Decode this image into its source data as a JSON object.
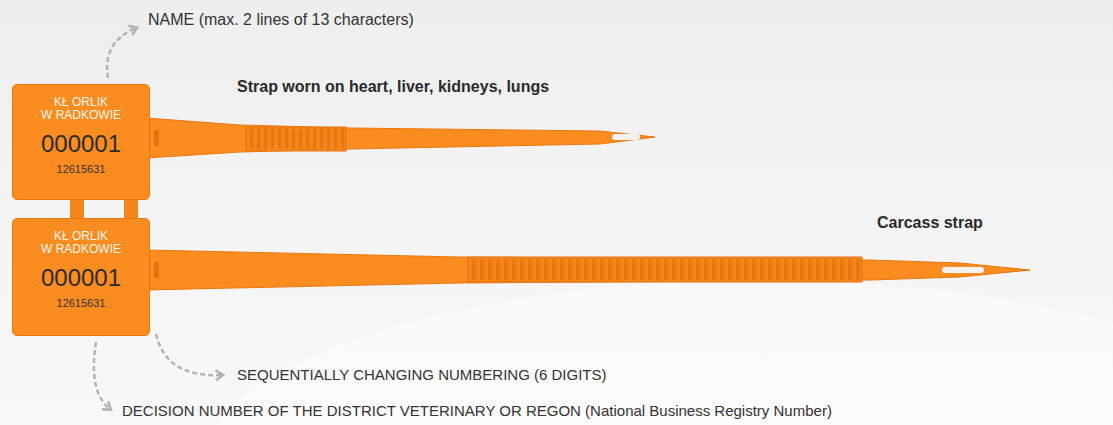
{
  "diagram": {
    "nodes": [
      {
        "text": [
          "KŁ ORLIK W RADKOWIE",
          "000001",
          "12615631"
        ]
      },
      {
        "text": [
          "KŁ ORLIK W RADKOWIE",
          "000001",
          "12615631"
        ]
      }
    ],
    "labels": [
      "NAME (max. 2 lines of 13 characters)",
      "Strap worn on heart, liver, kidneys, lungs",
      "Carcass strap",
      "SEQUENTIALLY CHANGING NUMBERING (6 DIGITS)",
      "DECISION NUMBER OF THE DISTRICT VETERINARY OR REGON (National Business Registry Number)"
    ]
  }
}
